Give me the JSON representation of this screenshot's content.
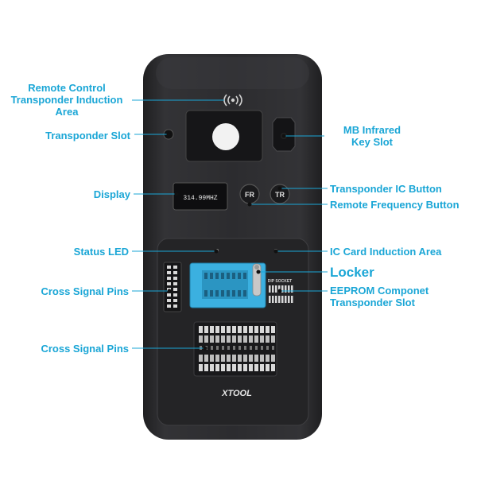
{
  "colors": {
    "label": "#1aa6d6",
    "device_body": "#2e2e30",
    "device_panel": "#1d1d1f",
    "socket": "#3bb0e0",
    "pin": "#d9d9d9"
  },
  "device": {
    "brand": "XTOOL",
    "display_text": "314.99MHZ",
    "button_fr": "FR",
    "button_tr": "TR",
    "socket_caption": "DIP SOCKET"
  },
  "labels": {
    "remote_control": [
      "Remote Control",
      "Transponder Induction",
      "Area"
    ],
    "transponder_slot": "Transponder Slot",
    "mb_infrared": [
      "MB Infrared",
      "Key Slot"
    ],
    "display": "Display",
    "transponder_ic_button": "Transponder IC Button",
    "remote_frequency_button": "Remote Frequency Button",
    "status_led": "Status LED",
    "ic_card_induction_area": "IC Card Induction Area",
    "locker": "Locker",
    "cross_signal_pins_top": "Cross Signal Pins",
    "eeprom": [
      "EEPROM Componet",
      "Transponder Slot"
    ],
    "cross_signal_pins_bottom": "Cross Signal Pins"
  }
}
